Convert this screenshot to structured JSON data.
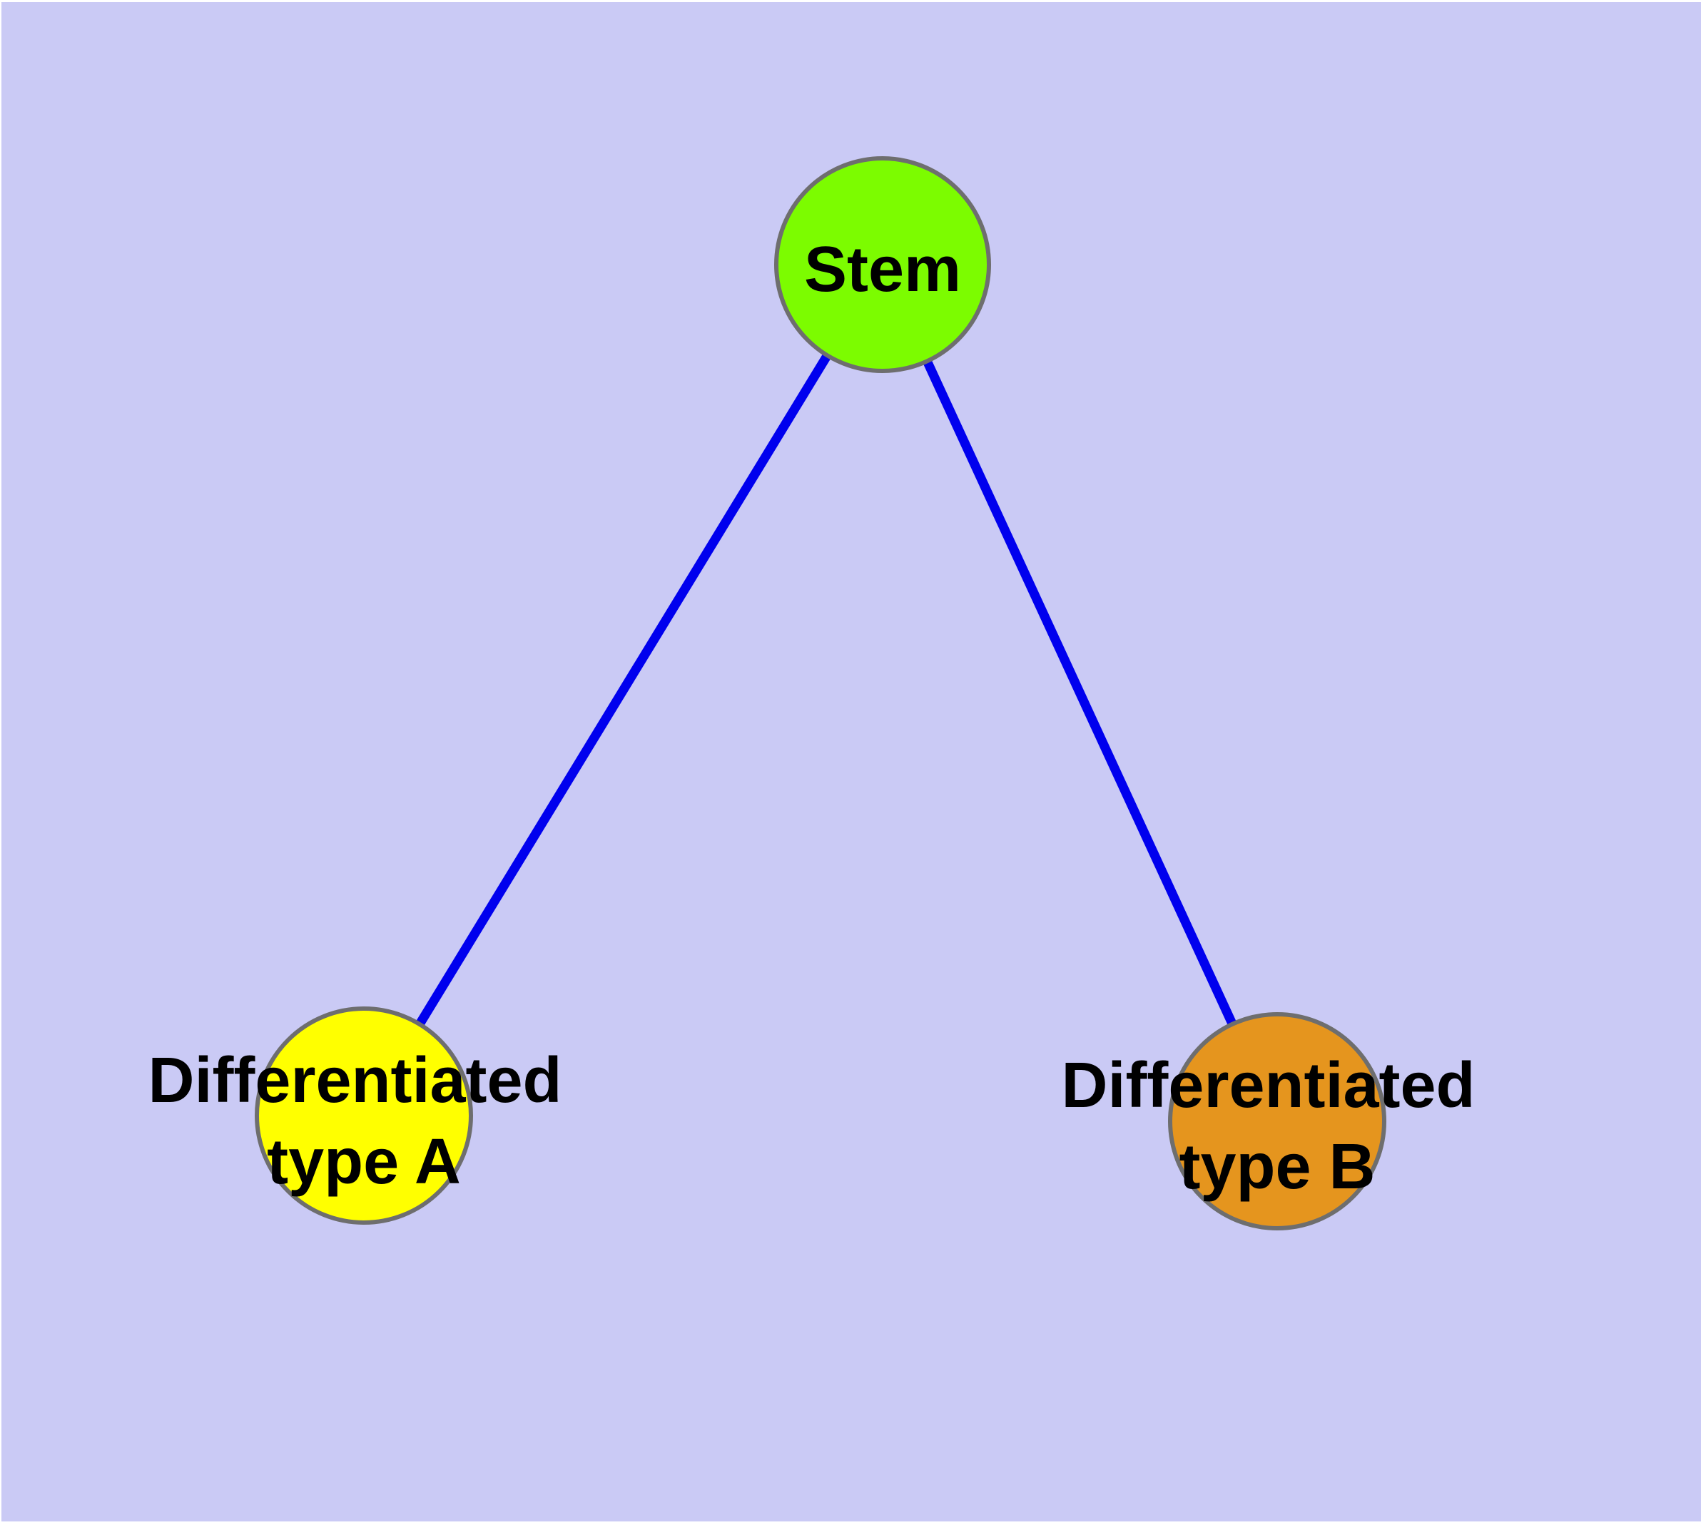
{
  "canvas": {
    "page_background": "#ffffff",
    "plot_background": "#cacaf5"
  },
  "diagram": {
    "type": "graph",
    "description": "Cell differentiation graph: a stem node connected to two differentiated cell type nodes",
    "edge_color": "#0000ee",
    "node_border_color": "#6e6e6e",
    "label_color": "#000000",
    "nodes": [
      {
        "id": "stem",
        "label": "Stem",
        "fill": "#7cfc00"
      },
      {
        "id": "differentiated-type-a",
        "label": "Differentiated type A",
        "line1": "Differentiated",
        "line2": "type A",
        "fill": "#ffff00"
      },
      {
        "id": "differentiated-type-b",
        "label": "Differentiated type B",
        "line1": "Differentiated",
        "line2": "type B",
        "fill": "#e5951e"
      }
    ],
    "edges": [
      {
        "from": "Stem",
        "to": "Differentiated type A"
      },
      {
        "from": "Stem",
        "to": "Differentiated type B"
      }
    ]
  }
}
